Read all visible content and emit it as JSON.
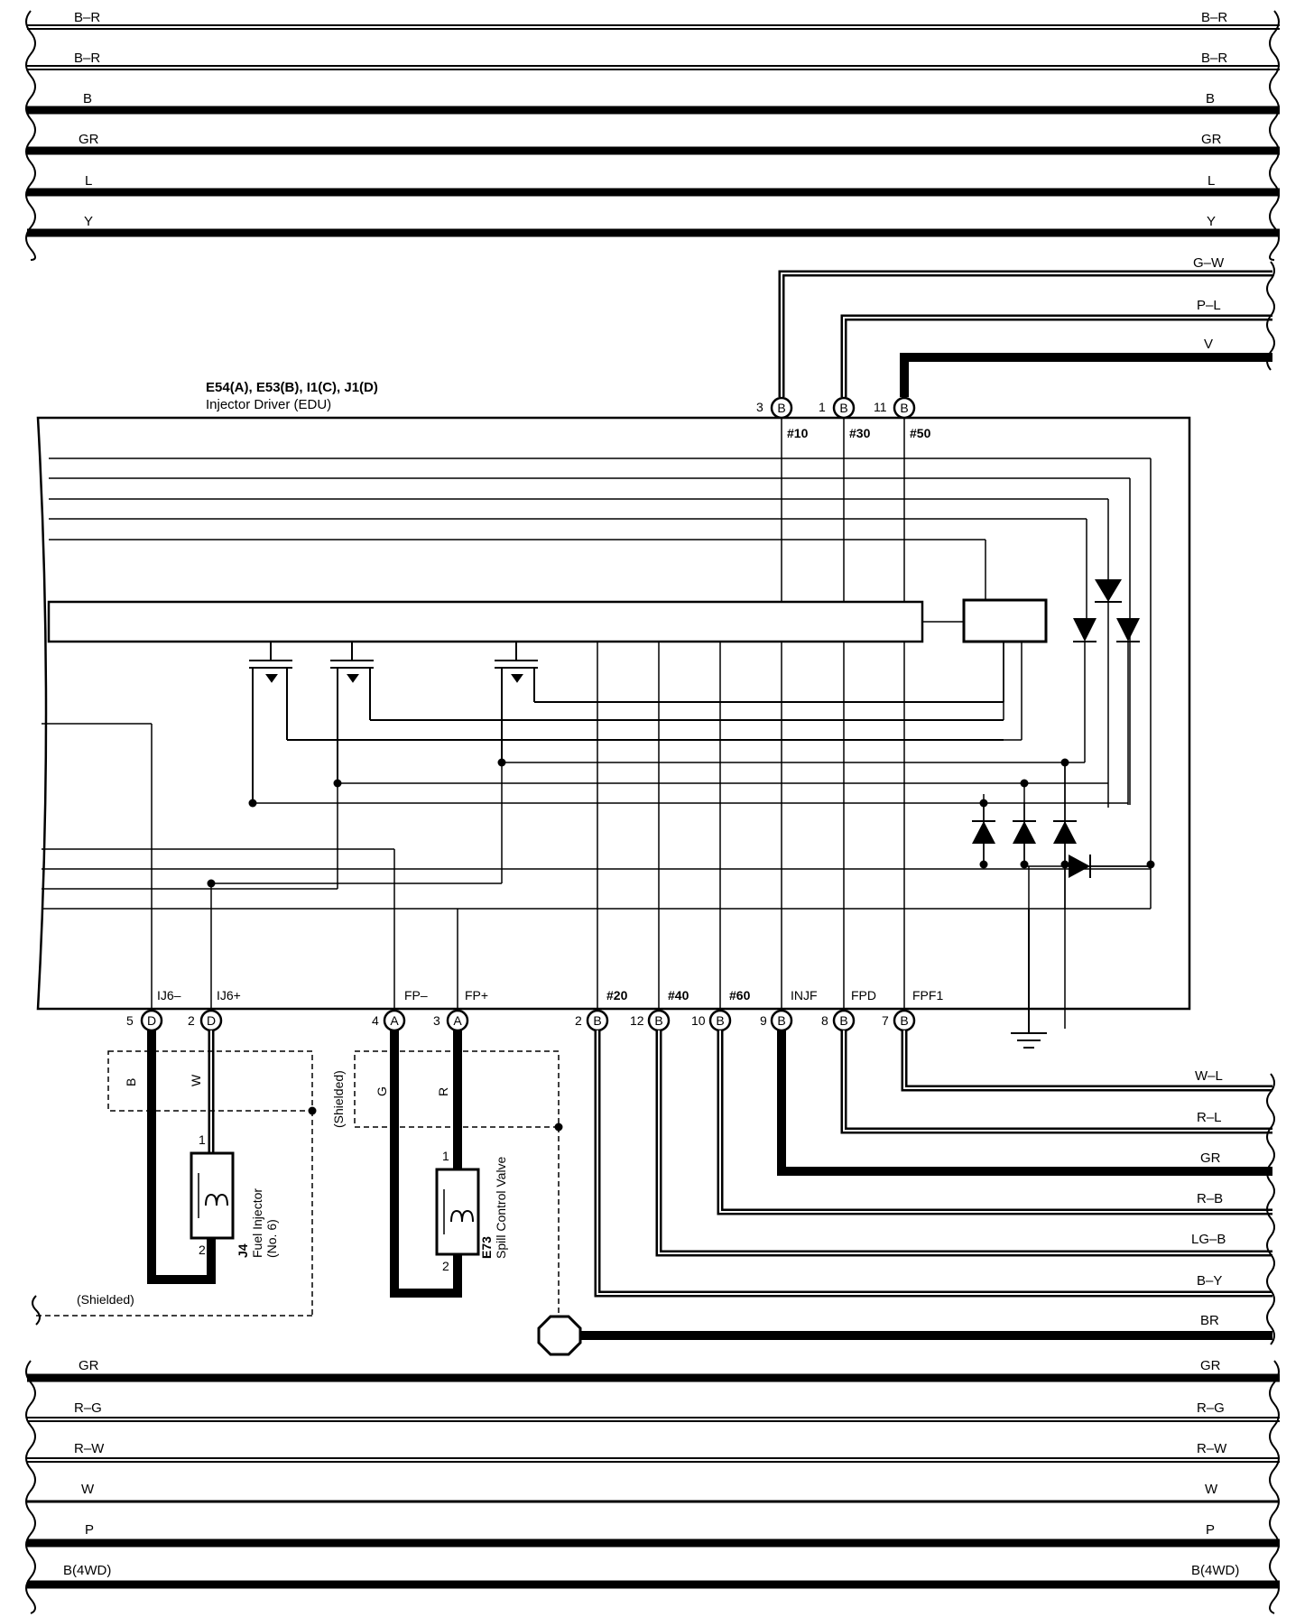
{
  "top_bus": [
    "B–R",
    "B–R",
    "B",
    "GR",
    "L",
    "Y"
  ],
  "bottom_bus": [
    "GR",
    "R–G",
    "R–W",
    "W",
    "P",
    "B(4WD)"
  ],
  "component": {
    "codes": "E54(A), E53(B), I1(C), J1(D)",
    "name": "Injector Driver (EDU)"
  },
  "top_pins": [
    {
      "num": "3",
      "conn": "B",
      "label": "#10",
      "wire": "G–W"
    },
    {
      "num": "1",
      "conn": "B",
      "label": "#30",
      "wire": "P–L"
    },
    {
      "num": "11",
      "conn": "B",
      "label": "#50",
      "wire": "V"
    }
  ],
  "bottom_pins": [
    {
      "num": "5",
      "conn": "D",
      "label": "IJ6–"
    },
    {
      "num": "2",
      "conn": "D",
      "label": "IJ6+"
    },
    {
      "num": "4",
      "conn": "A",
      "label": "FP–"
    },
    {
      "num": "3",
      "conn": "A",
      "label": "FP+"
    },
    {
      "num": "2",
      "conn": "B",
      "label": "#20"
    },
    {
      "num": "12",
      "conn": "B",
      "label": "#40"
    },
    {
      "num": "10",
      "conn": "B",
      "label": "#60"
    },
    {
      "num": "9",
      "conn": "B",
      "label": "INJF"
    },
    {
      "num": "8",
      "conn": "B",
      "label": "FPD"
    },
    {
      "num": "7",
      "conn": "B",
      "label": "FPF1"
    }
  ],
  "right_wires": [
    "W–L",
    "R–L",
    "GR",
    "R–B",
    "LG–B",
    "B–Y",
    "BR"
  ],
  "injector": {
    "code": "J4",
    "name": "Fuel Injector",
    "sub": "(No. 6)",
    "wire_a": "B",
    "wire_b": "W",
    "pin1": "1",
    "pin2": "2"
  },
  "valve": {
    "code": "E73",
    "name": "Spill Control Valve",
    "wire_a": "G",
    "wire_b": "R",
    "pin1": "1",
    "pin2": "2"
  },
  "shielded_label": "(Shielded)"
}
